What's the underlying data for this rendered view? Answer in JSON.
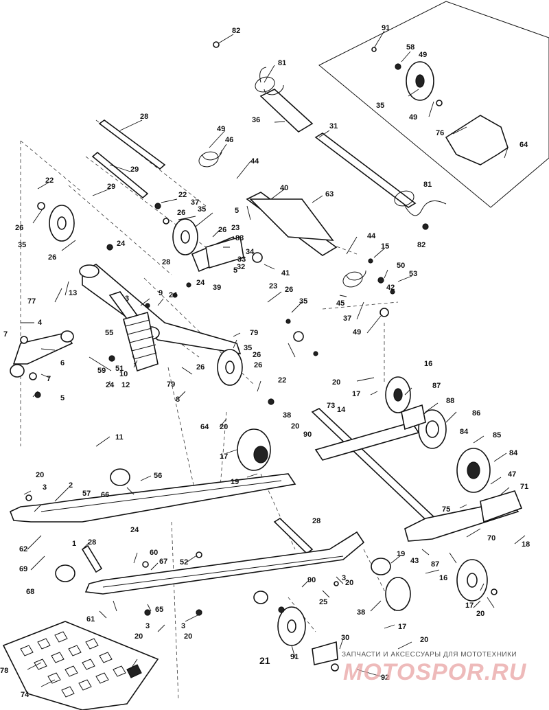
{
  "diagram": {
    "callouts": [
      "1",
      "2",
      "3",
      "4",
      "5",
      "6",
      "7",
      "8",
      "9",
      "10",
      "11",
      "12",
      "13",
      "14",
      "15",
      "16",
      "17",
      "18",
      "19",
      "20",
      "21",
      "22",
      "23",
      "24",
      "25",
      "26",
      "28",
      "29",
      "30",
      "31",
      "32",
      "33",
      "34",
      "35",
      "36",
      "37",
      "38",
      "39",
      "40",
      "41",
      "42",
      "43",
      "44",
      "45",
      "46",
      "47",
      "49",
      "50",
      "51",
      "52",
      "53",
      "55",
      "56",
      "57",
      "58",
      "59",
      "60",
      "61",
      "62",
      "63",
      "64",
      "65",
      "66",
      "67",
      "68",
      "69",
      "70",
      "71",
      "73",
      "74",
      "75",
      "76",
      "77",
      "78",
      "79",
      "81",
      "82",
      "83",
      "84",
      "85",
      "86",
      "87",
      "88",
      "90",
      "91",
      "92"
    ]
  },
  "watermark": {
    "tagline": "ЗАПЧАСТИ И АКСЕССУАРЫ ДЛЯ МОТОТЕХНИКИ",
    "logo": "MOTOSPOR.RU"
  }
}
